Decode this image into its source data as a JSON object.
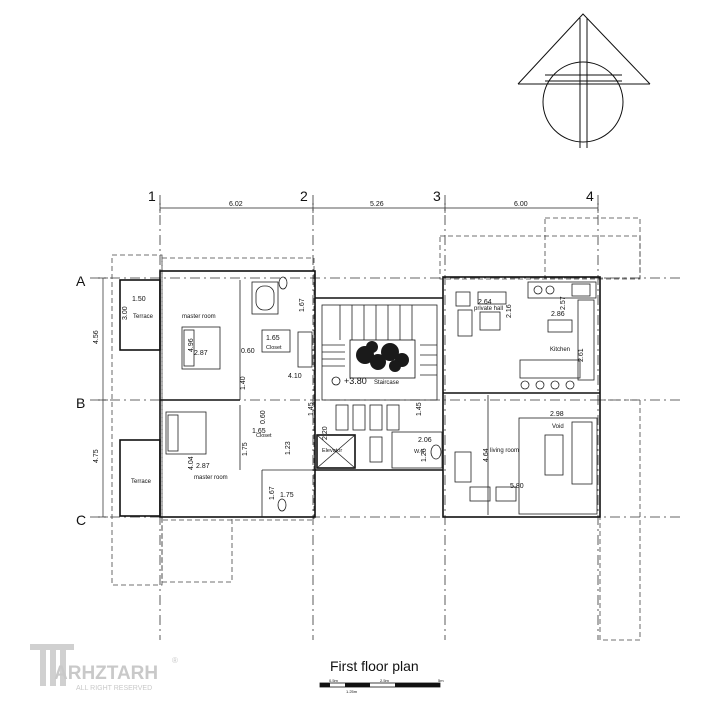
{
  "title": "First floor plan",
  "grid": {
    "columns": [
      "1",
      "2",
      "3",
      "4"
    ],
    "rows": [
      "A",
      "B",
      "C"
    ],
    "column_spans": [
      "6.02",
      "5.26",
      "6.00"
    ],
    "row_spans": [
      "4.56",
      "4.75"
    ]
  },
  "rooms": {
    "terrace_top": "Terrace",
    "terrace_bottom": "Terrace",
    "master_room_top": "master room",
    "master_room_bottom": "master room",
    "closet_top": "Closet",
    "closet_bottom": "Closet",
    "staircase": "Staircase",
    "elevator": "Elevator",
    "wc": "W.C",
    "private_hall": "private hall",
    "kitchen": "Kitchen",
    "living_room": "living room",
    "void": "Void"
  },
  "dimensions": {
    "terrace_w": "1.50",
    "terrace_h": "3.00",
    "master_top_a": "4.96",
    "master_top_b": "2.87",
    "closet_top_a": "1.65",
    "closet_top_b": "0.60",
    "bath_top": "1.67",
    "hall_a": "4.10",
    "hall_b": "1.40",
    "master_bottom_a": "4.04",
    "master_bottom_b": "2.87",
    "closet_bottom_a": "1.65",
    "closet_bottom_b": "1.75",
    "closet_bottom_c": "0.60",
    "bath_bottom_a": "1.67",
    "bath_bottom_b": "1.75",
    "hall_c": "1.23",
    "stair_a": "2.20",
    "stair_b": "1.45",
    "stair_c": "1.45",
    "level": "+3.80",
    "wc_a": "2.06",
    "wc_b": "1.26",
    "private_hall_a": "2.64",
    "private_hall_b": "2.16",
    "kitchen_a": "2.57",
    "kitchen_b": "2.86",
    "kitchen_c": "2.61",
    "living_a": "4.64",
    "living_b": "5.80",
    "void_w": "2.98"
  },
  "scale_bar": {
    "labels_top": [
      "0.5m",
      "2.5m",
      "5m"
    ],
    "label_bottom": "1.25m"
  },
  "watermark": {
    "brand": "ARHZTARH",
    "registered": "®",
    "tagline": "ALL RIGHT RESERVED"
  }
}
